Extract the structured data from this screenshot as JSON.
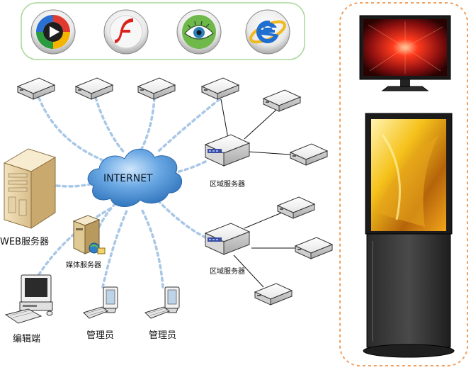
{
  "network": {
    "internet_label": "INTERNET",
    "web_server_label": "WEB服务器",
    "media_server_label": "媒体服务器",
    "regional_server_label_1": "区域服务器",
    "regional_server_label_2": "区域服务器",
    "editor_label": "编辑端",
    "admin_label_1": "管理员",
    "admin_label_2": "管理员"
  },
  "player_icons": [
    "media-player-icon",
    "flash-icon",
    "eye-viewer-icon",
    "internet-explorer-icon"
  ],
  "colors": {
    "link_dash": "#a9c7e6",
    "cloud": "#3f86cf",
    "panel_border": "#f0a060",
    "icon_panel_border": "#a8d89a"
  }
}
